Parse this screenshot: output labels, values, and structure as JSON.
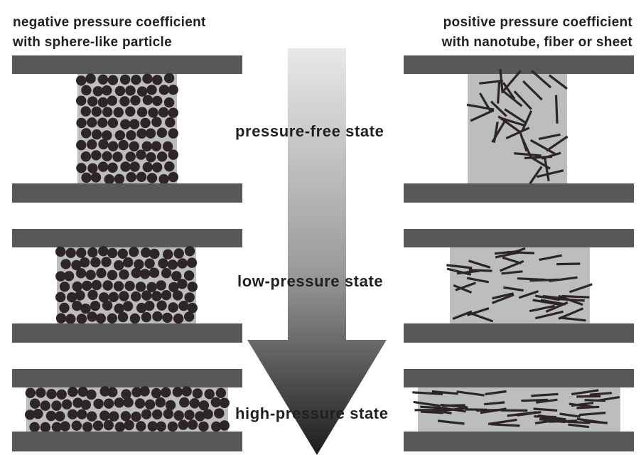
{
  "left_heading": {
    "line1": "negative pressure coefficient",
    "line2": "with sphere-like particle"
  },
  "right_heading": {
    "line1": "positive pressure coefficient",
    "line2": "with nanotube, fiber or sheet"
  },
  "states": {
    "free": "pressure-free state",
    "low": "low-pressure state",
    "high": "high-pressure state"
  },
  "colors": {
    "plate": "#58585a",
    "filler": "#bcbdbf",
    "particle": "#2d2526",
    "text": "#231f20",
    "arrow_top": "#e6e6e6",
    "arrow_bottom": "#1a1a1a"
  }
}
